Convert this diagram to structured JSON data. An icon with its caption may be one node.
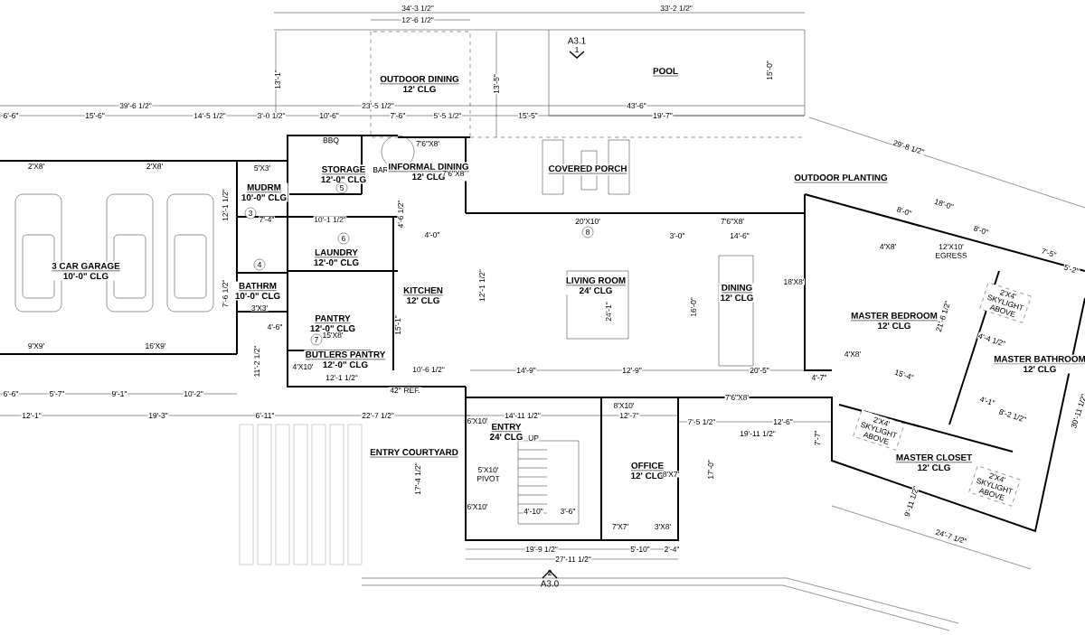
{
  "diagram": {
    "nodes": [
      {
        "text": [
          "3 CAR GARAGE",
          "10'-0\" CLG"
        ]
      },
      {
        "text": [
          "MUDRM",
          "10'-0\" CLG"
        ]
      },
      {
        "text": [
          "STORAGE",
          "12'-0\" CLG"
        ]
      },
      {
        "text": [
          "BAR"
        ]
      },
      {
        "text": [
          "LAUNDRY",
          "12'-0\" CLG"
        ]
      },
      {
        "text": [
          "BATHRM",
          "10'-0\" CLG"
        ]
      },
      {
        "text": [
          "PANTRY",
          "12'-0\" CLG"
        ]
      },
      {
        "text": [
          "BUTLERS PANTRY",
          "12'-0\" CLG"
        ]
      },
      {
        "text": [
          "KITCHEN",
          "12' CLG"
        ]
      },
      {
        "text": [
          "OUTDOOR DINING",
          "12' CLG"
        ]
      },
      {
        "text": [
          "INFORMAL DINING",
          "12' CLG"
        ]
      },
      {
        "text": [
          "COVERED PORCH"
        ]
      },
      {
        "text": [
          "POOL"
        ]
      },
      {
        "text": [
          "LIVING ROOM",
          "24' CLG"
        ]
      },
      {
        "text": [
          "DINING",
          "12' CLG"
        ]
      },
      {
        "text": [
          "OUTDOOR PLANTING"
        ]
      },
      {
        "text": [
          "MASTER BEDROOM",
          "12' CLG"
        ]
      },
      {
        "text": [
          "MASTER BATHROOM",
          "12' CLG"
        ]
      },
      {
        "text": [
          "MASTER CLOSET",
          "12' CLG"
        ]
      },
      {
        "text": [
          "ENTRY",
          "24' CLG"
        ]
      },
      {
        "text": [
          "ENTRY COURTYARD"
        ]
      },
      {
        "text": [
          "OFFICE",
          "12' CLG"
        ]
      },
      {
        "text": [
          "2'X4' SKYLIGHT ABOVE"
        ]
      },
      {
        "text": [
          "2'X4' SKYLIGHT ABOVE"
        ]
      },
      {
        "text": [
          "2'X4' SKYLIGHT ABOVE"
        ]
      }
    ],
    "labels": [
      "34'-3 1/2\"",
      "12'-6 1/2\"",
      "33'-2 1/2\"",
      "A3.1",
      "1",
      "13'-1\"",
      "13'-5\"",
      "15'-0\"",
      "39'-6 1/2\"",
      "23'-5 1/2\"",
      "43'-6\"",
      "6'-6\"",
      "15'-6\"",
      "14'-5 1/2\"",
      "3'-0 1/2\"",
      "10'-6\"",
      "7'-6\"",
      "5'-5 1/2\"",
      "15'-5\"",
      "19'-7\"",
      "BBQ",
      "2'X8'",
      "2'X8'",
      "5'X3'",
      "7'6\"X8'",
      "7'6\"X8'",
      "20'X10'",
      "7'6\"X8'",
      "12'-1 1/2\"",
      "7'-4\"",
      "10'-1 1/2\"",
      "4'-6 1/2\"",
      "4'-0\"",
      "3'-0\"",
      "14'-6\"",
      "15'-1\"",
      "12'-1 1/2\"",
      "24'-1\"",
      "16'-0\"",
      "18'X8'",
      "7'-6 1/2\"",
      "3'X3'",
      "15'X8'",
      "4'-6\"",
      "11'-2 1/2\"",
      "4'X10'",
      "12'-1 1/2\"",
      "9'X9'",
      "16'X9'",
      "10'-6 1/2\"",
      "14'-9\"",
      "12'-9\"",
      "20'-5\"",
      "42\" REF.",
      "6'-6\"",
      "5'-7\"",
      "9'-1\"",
      "10'-2\"",
      "8'X10'",
      "7'6\"X8'",
      "12'-1\"",
      "19'-3\"",
      "6'-11\"",
      "22'-7 1/2\"",
      "14'-11 1/2\"",
      "12'-7\"",
      "7'-5 1/2\"",
      "12'-6\"",
      "19'-11 1/2\"",
      "6'X10'",
      "UP",
      "5'X10' PIVOT",
      "17'-4 1/2\"",
      "8'X7'",
      "17'-0\"",
      "6'X10'",
      "4'-10\"",
      "3'-6\"",
      "7'X7'",
      "3'X8'",
      "19'-9 1/2\"",
      "5'-10\"",
      "2'-4\"",
      "27'-11 1/2\"",
      "2",
      "A3.0",
      "29'-8 1/2\"",
      "18'-0\"",
      "8'-0\"",
      "8'-0\"",
      "7'-5\"",
      "5'-2\"",
      "12'X10' EGRESS",
      "4'X8'",
      "4'X8'",
      "15'-4\"",
      "21'-6 1/2\"",
      "4'-4 1/2\"",
      "4'-1\"",
      "8'-2 1/2\"",
      "9'-11 1/2\"",
      "24'-7 1/2\"",
      "30'-11 1/2\"",
      "4'-7\"",
      "7'-7\"",
      "3",
      "4",
      "5",
      "6",
      "7",
      "8"
    ]
  }
}
